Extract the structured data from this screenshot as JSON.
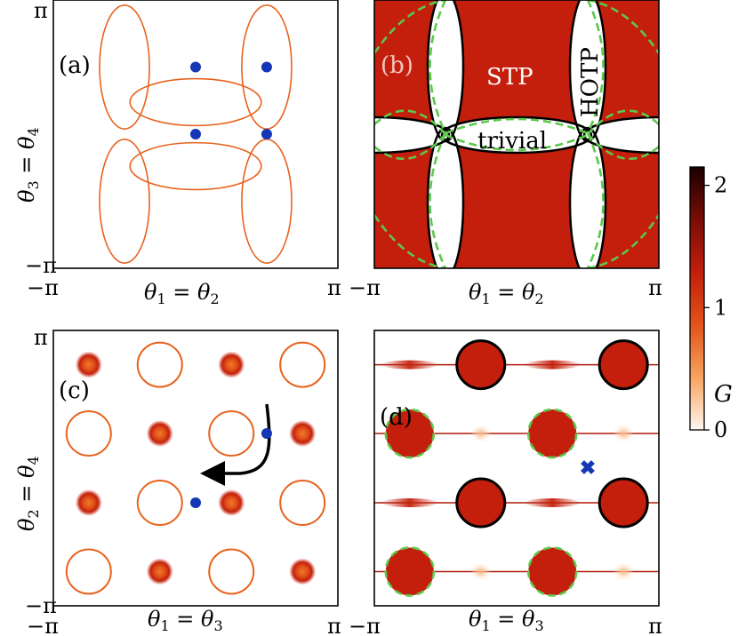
{
  "chart_data": [
    {
      "panel_label": "(a)",
      "type": "line",
      "xlabel_var": "θ",
      "xlabel_sub1": "1",
      "xlabel_eq": " = ",
      "xlabel_sub2": "2",
      "ylabel_var": "θ",
      "ylabel_sub1": "3",
      "ylabel_eq": " = ",
      "ylabel_sub2": "4",
      "xlim": [
        -3.1416,
        3.1416
      ],
      "ylim": [
        -3.1416,
        3.1416
      ],
      "xtick_labels": [
        "−π",
        "π"
      ],
      "ytick_labels": [
        "−π",
        "π"
      ],
      "series": [
        {
          "kind": "conductance-curve",
          "values": [
            {
              "shape": "ellipse",
              "cx": -1.57,
              "cy": 1.57,
              "rx": 0.55,
              "ry": 1.45
            },
            {
              "shape": "ellipse",
              "cx": 1.57,
              "cy": 1.57,
              "rx": 0.55,
              "ry": 1.45
            },
            {
              "shape": "ellipse",
              "cx": -1.57,
              "cy": -1.57,
              "rx": 0.55,
              "ry": 1.45
            },
            {
              "shape": "ellipse",
              "cx": 1.57,
              "cy": -1.57,
              "rx": 0.55,
              "ry": 1.45
            },
            {
              "shape": "ellipse",
              "cx": 0,
              "cy": 0.75,
              "rx": 1.45,
              "ry": 0.55
            },
            {
              "shape": "ellipse",
              "cx": 0,
              "cy": -0.75,
              "rx": 1.45,
              "ry": 0.55
            }
          ]
        }
      ],
      "points": [
        {
          "x": 0.0,
          "y": 1.57
        },
        {
          "x": 1.57,
          "y": 1.57
        },
        {
          "x": 0.0,
          "y": 0.0
        },
        {
          "x": 1.57,
          "y": 0.0
        }
      ]
    },
    {
      "panel_label": "(b)",
      "type": "area",
      "xlabel_var": "θ",
      "xlabel_sub1": "1",
      "xlabel_eq": " = ",
      "xlabel_sub2": "2",
      "xlim": [
        -3.1416,
        3.1416
      ],
      "ylim": [
        -3.1416,
        3.1416
      ],
      "xtick_labels": [
        "−π",
        "π"
      ],
      "regions": [
        {
          "label": "STP",
          "fill": "#c41e0c"
        },
        {
          "label": "HOTP",
          "fill": "#ffffff"
        },
        {
          "label": "trivial",
          "fill": "#ffffff"
        }
      ]
    },
    {
      "panel_label": "(c)",
      "type": "heatmap",
      "xlabel_var": "θ",
      "xlabel_sub1": "1",
      "xlabel_eq": " = ",
      "xlabel_sub2": "3",
      "ylabel_var": "θ",
      "ylabel_sub1": "2",
      "ylabel_eq": " = ",
      "ylabel_sub2": "4",
      "xlim": [
        -3.1416,
        3.1416
      ],
      "ylim": [
        -3.1416,
        3.1416
      ],
      "xtick_labels": [
        "−π",
        "π"
      ],
      "ytick_labels": [
        "−π",
        "π"
      ],
      "grid_positions": [
        -2.36,
        -0.79,
        0.79,
        2.36
      ],
      "path": {
        "start": [
          1.57,
          0.79
        ],
        "end": [
          0.0,
          -0.79
        ]
      }
    },
    {
      "panel_label": "(d)",
      "type": "heatmap",
      "xlabel_var": "θ",
      "xlabel_sub1": "1",
      "xlabel_eq": " = ",
      "xlabel_sub2": "3",
      "xlim": [
        -3.1416,
        3.1416
      ],
      "ylim": [
        -3.1416,
        3.1416
      ],
      "xtick_labels": [
        "−π",
        "π"
      ],
      "grid_positions": [
        -2.36,
        -0.79,
        0.79,
        2.36
      ],
      "marker": {
        "x": 1.57,
        "y": 0.0
      }
    }
  ],
  "colorbar": {
    "label": "G",
    "ticks": [
      "0",
      "1",
      "2"
    ],
    "range": [
      0,
      2.15
    ],
    "colors": [
      "#fff7f0",
      "#f6a35e",
      "#e3531a",
      "#c11f0b",
      "#7a0d07",
      "#1a0000"
    ]
  }
}
